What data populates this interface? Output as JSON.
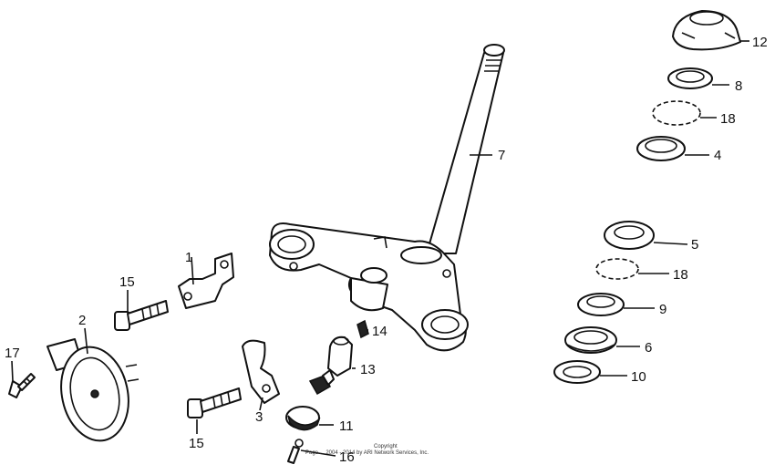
{
  "callouts": [
    {
      "id": "c1",
      "text": "1"
    },
    {
      "id": "c2",
      "text": "2"
    },
    {
      "id": "c3",
      "text": "3"
    },
    {
      "id": "c4",
      "text": "4"
    },
    {
      "id": "c5",
      "text": "5"
    },
    {
      "id": "c6",
      "text": "6"
    },
    {
      "id": "c7",
      "text": "7"
    },
    {
      "id": "c8",
      "text": "8"
    },
    {
      "id": "c9",
      "text": "9"
    },
    {
      "id": "c10",
      "text": "10"
    },
    {
      "id": "c11",
      "text": "11"
    },
    {
      "id": "c12",
      "text": "12"
    },
    {
      "id": "c13",
      "text": "13"
    },
    {
      "id": "c14",
      "text": "14"
    },
    {
      "id": "c15a",
      "text": "15"
    },
    {
      "id": "c15b",
      "text": "15"
    },
    {
      "id": "c16",
      "text": "16"
    },
    {
      "id": "c17",
      "text": "17"
    },
    {
      "id": "c18a",
      "text": "18"
    },
    {
      "id": "c18b",
      "text": "18"
    }
  ],
  "copyright": {
    "line1": "Copyright",
    "line2": "Page ... 2004 - 2014 by ARI Network Services, Inc."
  },
  "colors": {
    "ink": "#111111",
    "paper": "#ffffff"
  }
}
